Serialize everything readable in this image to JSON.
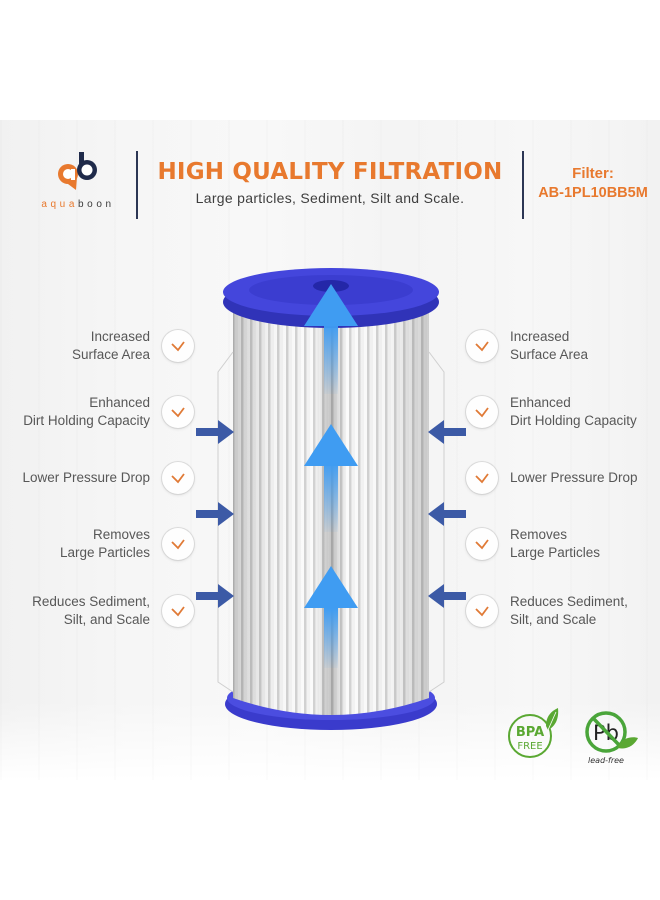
{
  "brand": {
    "logo_mark": "ab",
    "name_prefix": "aqua",
    "name_suffix": "boon",
    "colors": {
      "orange": "#e8792e",
      "navy": "#1f2a4a"
    }
  },
  "header": {
    "headline": "HIGH QUALITY FILTRATION",
    "subline": "Large particles, Sediment, Silt and Scale.",
    "filter_label": "Filter:",
    "filter_model": "AB-1PL10BB5M"
  },
  "features_left": [
    {
      "line1": "Increased",
      "line2": "Surface Area"
    },
    {
      "line1": "Enhanced",
      "line2": "Dirt Holding Capacity"
    },
    {
      "line1": "Lower Pressure Drop",
      "line2": ""
    },
    {
      "line1": "Removes",
      "line2": "Large Particles"
    },
    {
      "line1": "Reduces Sediment,",
      "line2": "Silt, and Scale"
    }
  ],
  "features_right": [
    {
      "line1": "Increased",
      "line2": "Surface Area"
    },
    {
      "line1": "Enhanced",
      "line2": "Dirt Holding Capacity"
    },
    {
      "line1": "Lower Pressure Drop",
      "line2": ""
    },
    {
      "line1": "Removes",
      "line2": "Large Particles"
    },
    {
      "line1": "Reduces Sediment,",
      "line2": "Silt, and Scale"
    }
  ],
  "badges": {
    "bpa_line1": "BPA",
    "bpa_line2": "FREE",
    "pb_symbol": "Pb",
    "pb_caption": "lead-free",
    "green": "#5aa832"
  },
  "product": {
    "cap_color": "#3d3fd0",
    "flow_arrow_color": "#3f9cf2",
    "inflow_arrow_color": "#3c5aa6"
  }
}
